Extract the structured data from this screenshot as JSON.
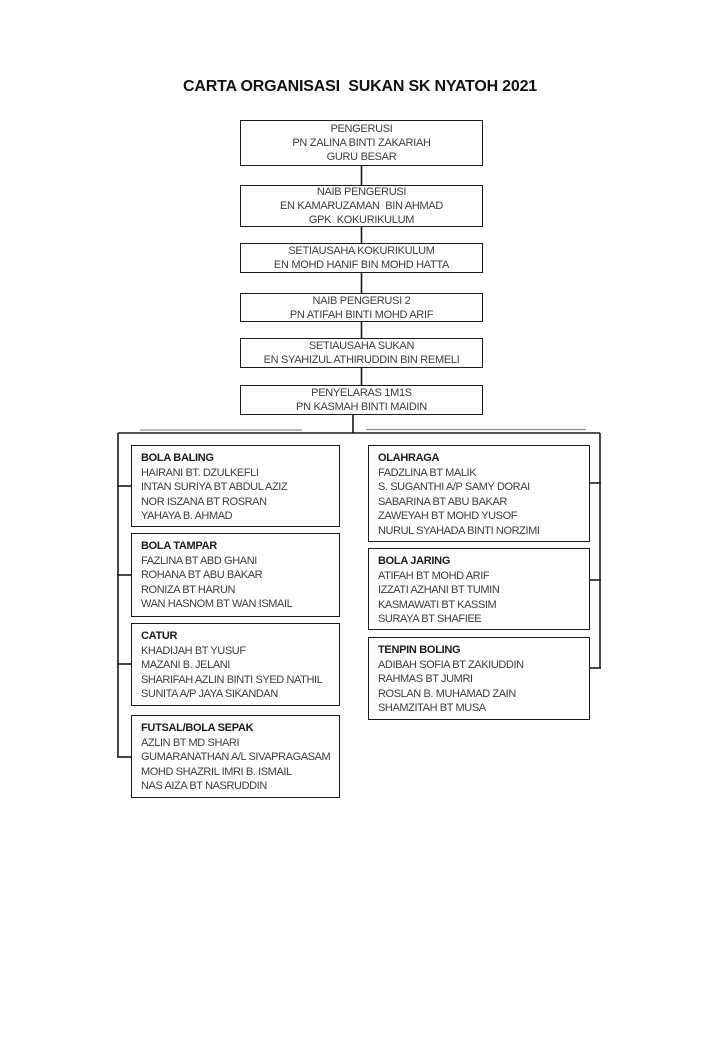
{
  "title": "CARTA ORGANISASI  SUKAN SK NYATOH 2021",
  "hierarchy": [
    {
      "role": "PENGERUSI",
      "name": "PN ZALINA BINTI ZAKARIAH",
      "post": "GURU BESAR"
    },
    {
      "role": "NAIB PENGERUSI",
      "name": "EN KAMARUZAMAN  BIN AHMAD",
      "post": "GPK  KOKURIKULUM"
    },
    {
      "role": "SETIAUSAHA KOKURIKULUM",
      "name": "EN MOHD HANIF BIN MOHD HATTA"
    },
    {
      "role": "NAIB PENGERUSI 2",
      "name": "PN ATIFAH BINTI MOHD ARIF"
    },
    {
      "role": "SETIAUSAHA SUKAN",
      "name": "EN SYAHIZUL ATHIRUDDIN BIN REMELI"
    },
    {
      "role": "PENYELARAS 1M1S",
      "name": "PN KASMAH BINTI MAIDIN"
    }
  ],
  "committees": {
    "left": [
      {
        "title": "BOLA BALING",
        "members": [
          "HAIRANI BT. DZULKEFLI",
          "INTAN SURIYA BT ABDUL AZIZ",
          "NOR ISZANA BT ROSRAN",
          "YAHAYA B. AHMAD"
        ]
      },
      {
        "title": "BOLA TAMPAR",
        "members": [
          "FAZLINA BT ABD GHANI",
          "ROHANA BT ABU BAKAR",
          "RONIZA BT HARUN",
          "WAN HASNOM BT WAN ISMAIL"
        ]
      },
      {
        "title": "CATUR",
        "members": [
          "KHADIJAH BT YUSUF",
          "MAZANI B. JELANI",
          "SHARIFAH AZLIN BINTI SYED NATHIL",
          "SUNITA A/P JAYA SIKANDAN"
        ]
      },
      {
        "title": "FUTSAL/BOLA SEPAK",
        "members": [
          "AZLIN BT MD SHARI",
          "GUMARANATHAN A/L SIVAPRAGASAM",
          "MOHD SHAZRIL IMRI B. ISMAIL",
          "NAS AIZA BT NASRUDDIN"
        ]
      }
    ],
    "right": [
      {
        "title": "OLAHRAGA",
        "members": [
          "FADZLINA BT MALIK",
          "S. SUGANTHI A/P SAMY DORAI",
          "SABARINA BT ABU BAKAR",
          "ZAWEYAH BT MOHD YUSOF",
          "NURUL SYAHADA BINTI NORZIMI"
        ]
      },
      {
        "title": "BOLA JARING",
        "members": [
          "ATIFAH BT MOHD ARIF",
          "IZZATI AZHANI BT TUMIN",
          "KASMAWATI BT KASSIM",
          "SURAYA BT SHAFIEE"
        ]
      },
      {
        "title": "TENPIN BOLING",
        "members": [
          "ADIBAH SOFIA BT ZAKIUDDIN",
          "RAHMAS BT JUMRI",
          "ROSLAN B. MUHAMAD ZAIN",
          "SHAMZITAH BT MUSA"
        ]
      }
    ]
  },
  "colors": {
    "line": "#1a1a1a",
    "line_shadow": "#8f8f8f",
    "text": "#3d3d3d",
    "title_text": "#121212"
  }
}
